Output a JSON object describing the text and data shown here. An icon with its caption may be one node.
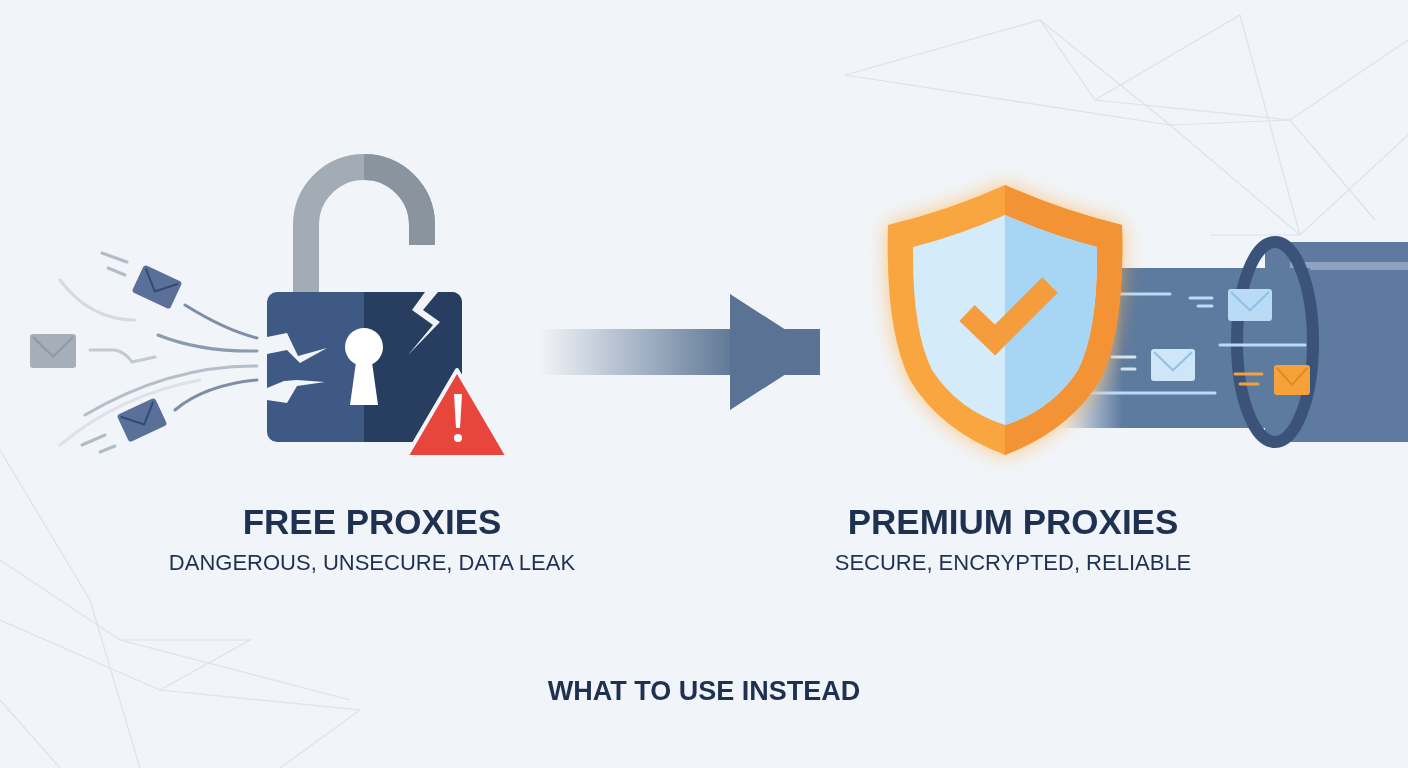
{
  "diagram": {
    "caption": "WHAT TO USE INSTEAD",
    "nodes": [
      {
        "text": [
          "FREE PROXIES",
          "DANGEROUS, UNSECURE, DATA LEAK"
        ]
      },
      {
        "text": [
          "PREMIUM PROXIES",
          "SECURE, ENCRYPTED, RELIABLE"
        ]
      }
    ],
    "edges": [
      {
        "from": 0,
        "to": 1,
        "arrow": "to",
        "style": "thick"
      }
    ]
  }
}
